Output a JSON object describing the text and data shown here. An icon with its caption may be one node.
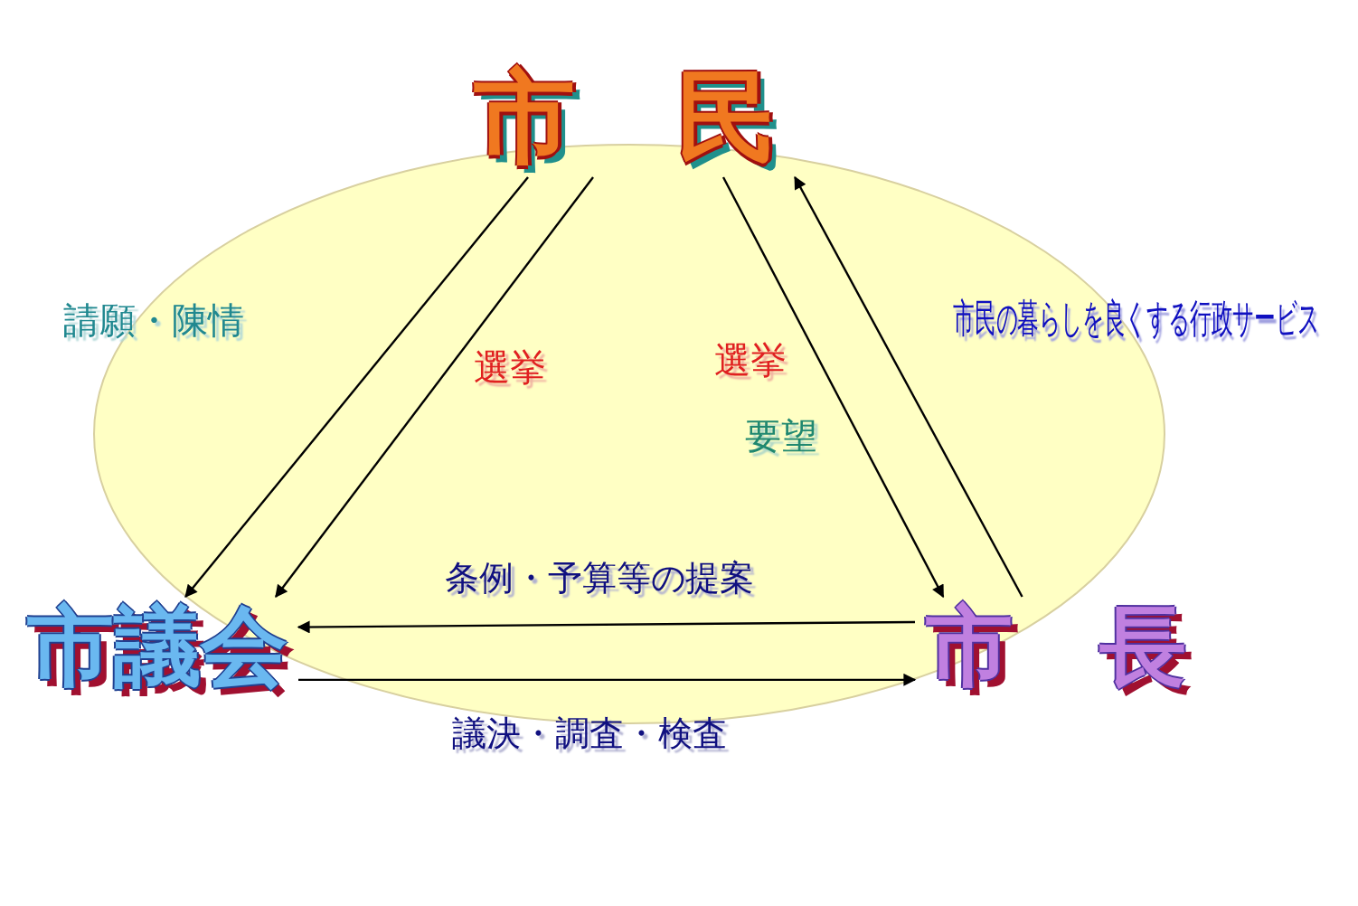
{
  "diagram": {
    "nodes": [
      {
        "text": [
          "市　民"
        ]
      },
      {
        "text": [
          "市議会"
        ]
      },
      {
        "text": [
          "市　長"
        ]
      }
    ],
    "edges": [
      {
        "from": 0,
        "to": 1,
        "arrow": "to",
        "label": "請願・陳情"
      },
      {
        "from": 0,
        "to": 1,
        "arrow": "to",
        "label": "選挙"
      },
      {
        "from": 0,
        "to": 2,
        "arrow": "to",
        "label": "選挙"
      },
      {
        "from": 2,
        "to": 0,
        "arrow": "to",
        "label": "市民の暮らしを良くする行政サービス"
      },
      {
        "from": 2,
        "to": 1,
        "arrow": "to",
        "label": "条例・予算等の提案"
      },
      {
        "from": 1,
        "to": 2,
        "arrow": "to",
        "label": "議決・調査・検査"
      }
    ],
    "labels": [
      "要望"
    ]
  }
}
